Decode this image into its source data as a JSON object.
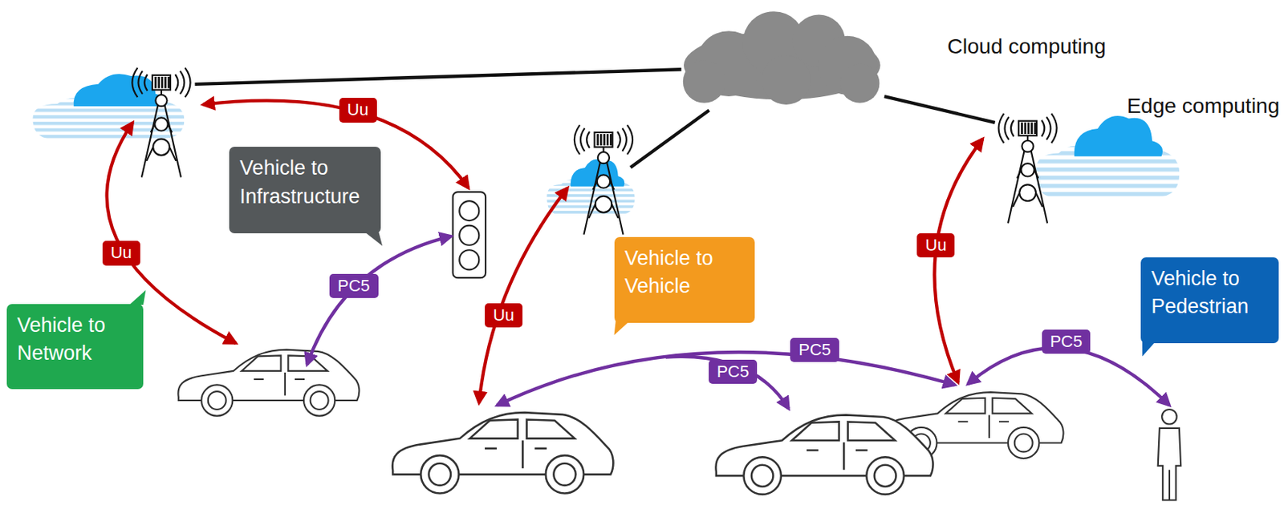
{
  "diagram": {
    "nodes": [
      {
        "text": [
          "Uu"
        ]
      },
      {
        "text": [
          "Vehicle to Infrastructure"
        ]
      },
      {
        "text": [
          "Uu"
        ]
      },
      {
        "text": [
          "Uu"
        ]
      },
      {
        "text": [
          "Vehicle to Vehicle"
        ]
      },
      {
        "text": [
          "Vehicle to Pedestrian"
        ]
      },
      {
        "text": [
          "PC5"
        ]
      },
      {
        "text": [
          "Uu"
        ]
      },
      {
        "text": [
          "Vehicle to Network"
        ]
      },
      {
        "text": [
          "PC5"
        ]
      },
      {
        "text": [
          "PC5"
        ]
      },
      {
        "text": [
          "PC5"
        ]
      }
    ],
    "labels": [
      "Cloud computing",
      "Edge computing"
    ]
  }
}
